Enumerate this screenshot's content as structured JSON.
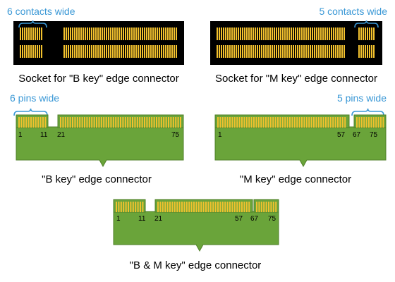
{
  "annotations": {
    "b_socket_width": "6 contacts wide",
    "m_socket_width": "5 contacts wide",
    "b_connector_width": "6 pins wide",
    "m_connector_width": "5 pins wide"
  },
  "captions": {
    "b_socket": "Socket for \"B key\" edge connector",
    "m_socket": "Socket for \"M key\" edge connector",
    "b_connector": "\"B key\" edge connector",
    "m_connector": "\"M key\" edge connector",
    "bm_connector": "\"B & M key\" edge connector"
  },
  "pin_labels": {
    "b_connector": [
      "1",
      "11",
      "21",
      "75"
    ],
    "m_connector": [
      "1",
      "57",
      "67",
      "75"
    ],
    "bm_connector": [
      "1",
      "11",
      "21",
      "57",
      "67",
      "75"
    ]
  },
  "colors": {
    "socket_body": "#000000",
    "contact_gold": "#f2c12e",
    "board_green": "#6aa43a",
    "board_outline": "#4f7f28",
    "annotation_blue": "#3a98d6",
    "text": "#000000"
  }
}
